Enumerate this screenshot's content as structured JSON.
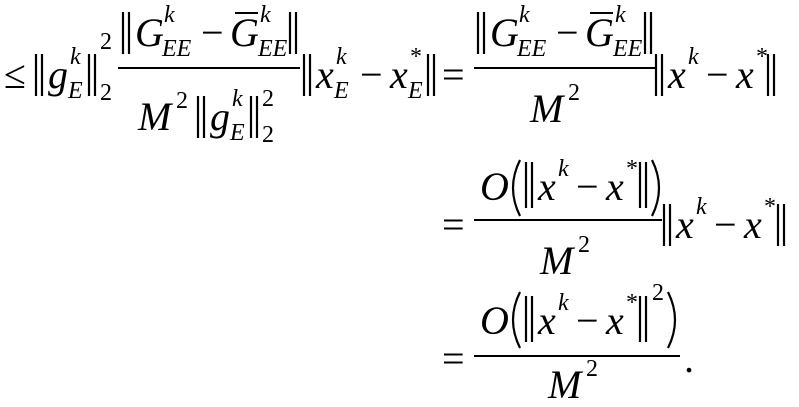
{
  "equation": {
    "line1": {
      "leq": "≤",
      "g": "g",
      "g_sup": "k",
      "g_sub": "E",
      "sq2a": "2",
      "sq2b": "2",
      "G": "G",
      "G_sup": "k",
      "G_sub": "EE",
      "minus": "−",
      "Gbar": "G",
      "Gbar_sup": "k",
      "Gbar_sub": "EE",
      "M": "M",
      "M_exp": "2",
      "g2": "g",
      "g2_sup": "k",
      "g2_sub": "E",
      "g2_exp": "2",
      "g2_sub2": "2",
      "x": "x",
      "x_sup": "k",
      "x_sub": "E",
      "minus2": "−",
      "xs": "x",
      "xs_sup": "*",
      "xs_sub": "E",
      "eq": "=",
      "rG": "G",
      "rG_sup": "k",
      "rG_sub": "EE",
      "rminus": "−",
      "rGbar": "G",
      "rGbar_sup": "k",
      "rGbar_sub": "EE",
      "rM": "M",
      "rM_exp": "2",
      "rx": "x",
      "rx_sup": "k",
      "rminus2": "−",
      "rxs": "x",
      "rxs_sup": "*"
    },
    "line2": {
      "eq": "=",
      "O": "O",
      "x": "x",
      "x_sup": "k",
      "minus": "−",
      "xs": "x",
      "xs_sup": "*",
      "M": "M",
      "M_exp": "2",
      "x2": "x",
      "x2_sup": "k",
      "minus2": "−",
      "xs2": "x",
      "xs2_sup": "*"
    },
    "line3": {
      "eq": "=",
      "O": "O",
      "x": "x",
      "x_sup": "k",
      "minus": "−",
      "xs": "x",
      "xs_sup": "*",
      "sq": "2",
      "M": "M",
      "M_exp": "2",
      "period": "."
    }
  }
}
